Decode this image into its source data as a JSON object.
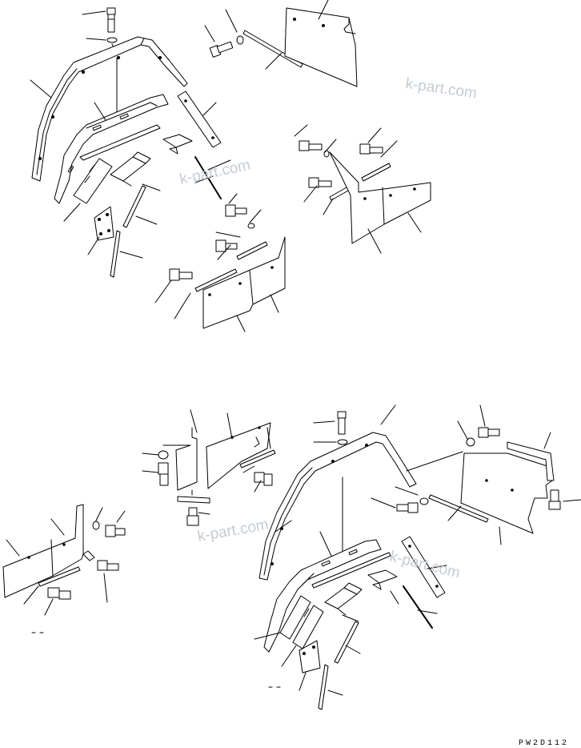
{
  "watermarks": [
    "k-part.com",
    "k-part.com",
    "k-part.com",
    "k-part.com"
  ],
  "drawing_code": "PW2D112",
  "colors": {
    "line": "#000000",
    "watermark": "#c4ccd4",
    "background": "#ffffff"
  }
}
